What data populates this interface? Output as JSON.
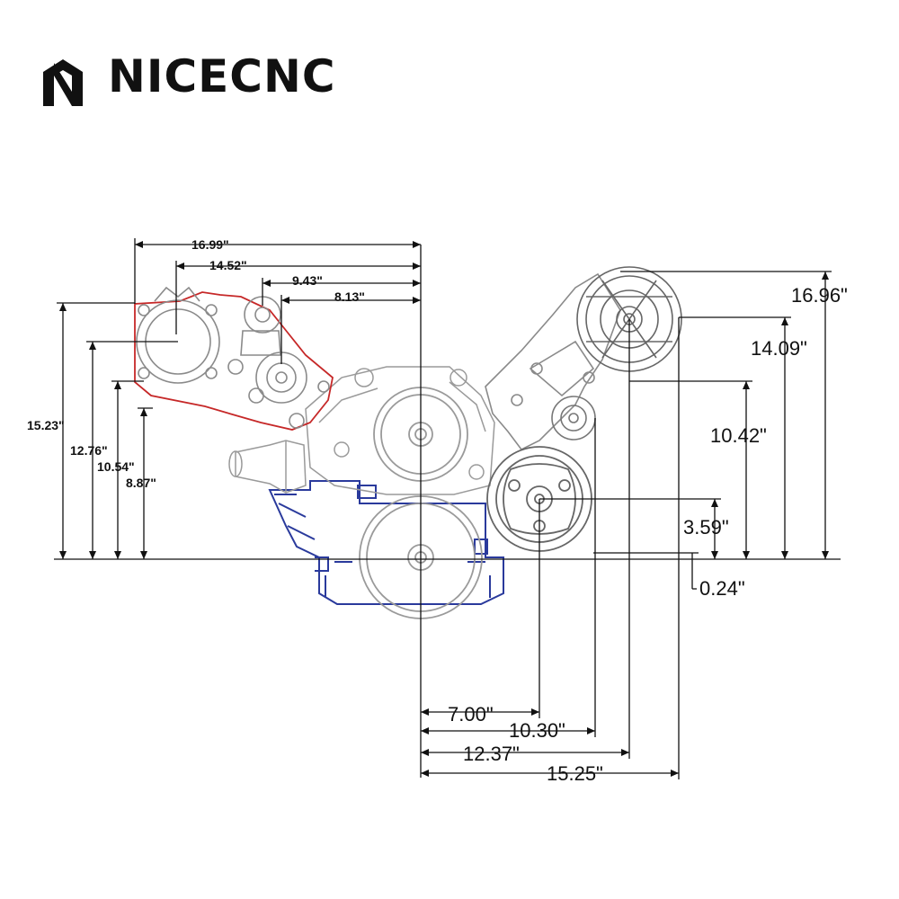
{
  "brand": {
    "name": "NICECNC",
    "logo_icon": "nicecnc-n-logo-icon"
  },
  "dimensions": {
    "top": [
      "16.99\"",
      "14.52\"",
      "9.43\"",
      "8.13\""
    ],
    "left": [
      "15.23\"",
      "12.76\"",
      "10.54\"",
      "8.87\""
    ],
    "right": [
      "16.96\"",
      "14.09\"",
      "10.42\"",
      "3.59\"",
      "0.24\""
    ],
    "bottom": [
      "7.00\"",
      "10.30\"",
      "12.37\"",
      "15.25\""
    ]
  },
  "colors": {
    "line": "#111111",
    "bracket_left": "#c62828",
    "block": "#2a3a9c",
    "part": "#9a9a9a"
  }
}
